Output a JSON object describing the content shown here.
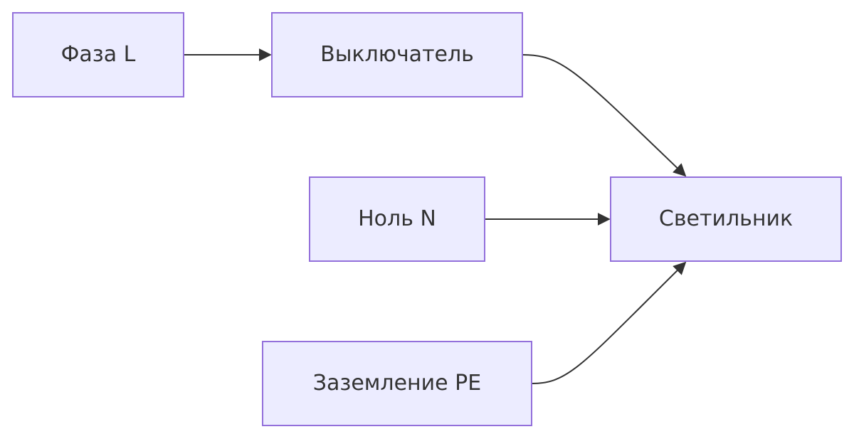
{
  "diagram": {
    "nodes": {
      "phase": "Фаза L",
      "switch": "Выключатель",
      "neutral": "Ноль N",
      "lamp": "Светильник",
      "ground": "Заземление PE"
    },
    "edges": [
      {
        "from": "phase",
        "to": "switch"
      },
      {
        "from": "switch",
        "to": "lamp"
      },
      {
        "from": "neutral",
        "to": "lamp"
      },
      {
        "from": "ground",
        "to": "lamp"
      }
    ],
    "colors": {
      "node_fill": "#ececff",
      "node_border": "#9370db",
      "edge": "#333333",
      "text": "#333333"
    }
  }
}
